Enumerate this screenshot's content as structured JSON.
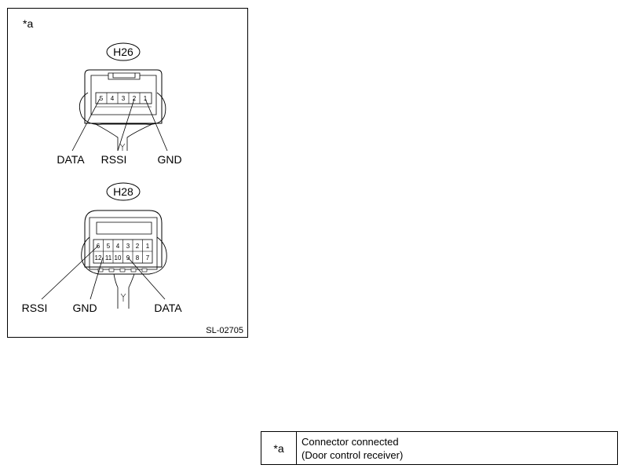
{
  "figure": {
    "callout": "*a",
    "figure_code": "SL-02705",
    "connectors": [
      {
        "id": "H26",
        "pins": [
          "5",
          "4",
          "3",
          "2",
          "1"
        ],
        "labels": {
          "data": "DATA",
          "rssi": "RSSI",
          "gnd": "GND"
        }
      },
      {
        "id": "H28",
        "pins_top": [
          "6",
          "5",
          "4",
          "3",
          "2",
          "1"
        ],
        "pins_bottom": [
          "12",
          "11",
          "10",
          "9",
          "8",
          "7"
        ],
        "labels": {
          "rssi": "RSSI",
          "gnd": "GND",
          "data": "DATA"
        }
      }
    ]
  },
  "legend": {
    "rows": [
      {
        "key": "*a",
        "line1": "Connector connected",
        "line2": "(Door control receiver)"
      }
    ]
  }
}
